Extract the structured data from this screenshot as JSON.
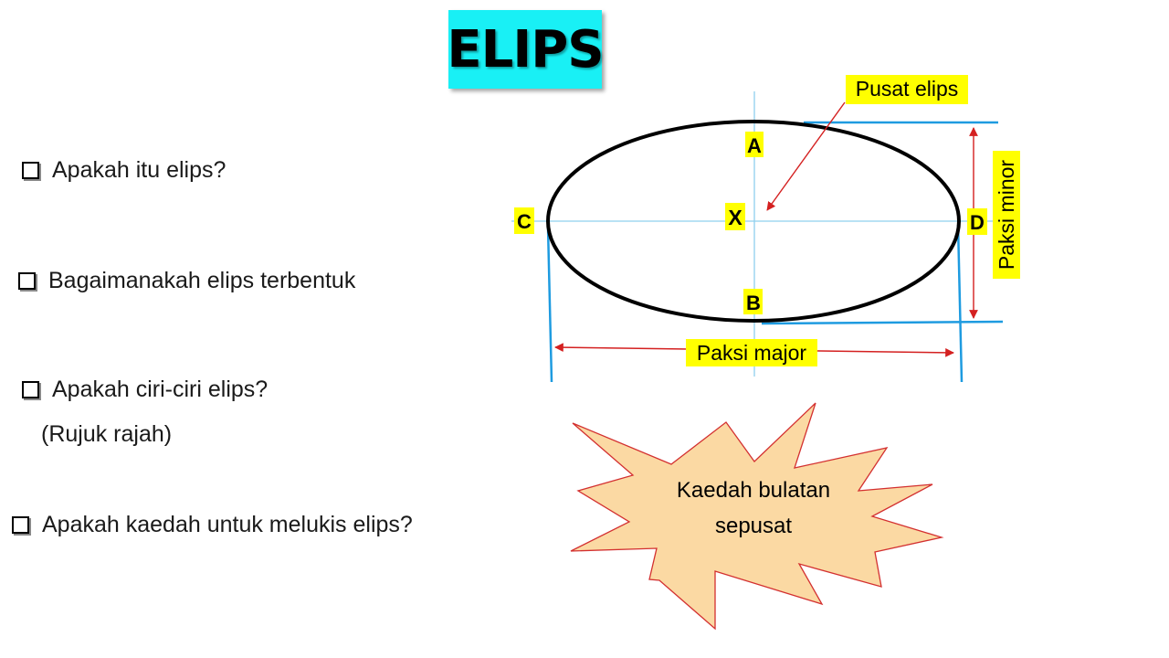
{
  "title": "ELIPS",
  "questions": [
    "Apakah itu elips?",
    "Bagaimanakah elips terbentuk",
    "Apakah ciri-ciri elips?",
    "Apakah kaedah untuk melukis elips?"
  ],
  "question_note": "(Rujuk rajah)",
  "diagram": {
    "point_a": "A",
    "point_b": "B",
    "point_c": "C",
    "point_d": "D",
    "center": "X",
    "center_label": "Pusat elips",
    "major_axis_label": "Paksi major",
    "minor_axis_label": "Paksi minor"
  },
  "burst": {
    "line1": "Kaedah bulatan",
    "line2": "sepusat"
  },
  "colors": {
    "title_bg": "#19f0f5",
    "label_bg": "#ffff00",
    "dimension_line": "#1e9be0",
    "arrow": "#d42020",
    "burst_fill": "#fbd9a3",
    "burst_stroke": "#d33030"
  }
}
